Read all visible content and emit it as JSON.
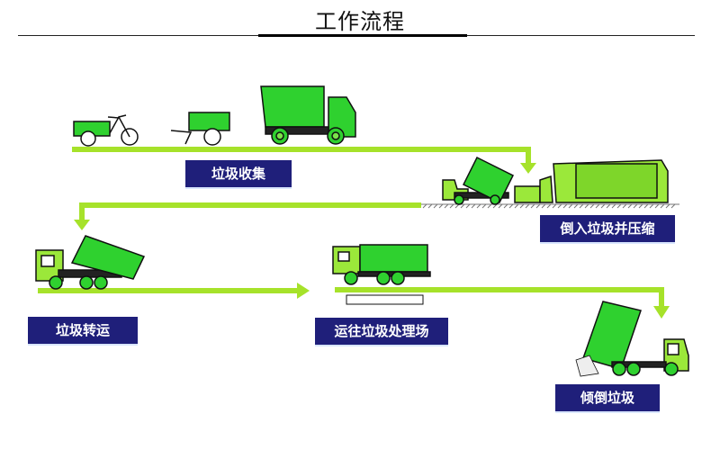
{
  "header": {
    "title": "工作流程"
  },
  "steps": [
    {
      "label": "垃圾收集"
    },
    {
      "label": "倒入垃圾并压缩"
    },
    {
      "label": "垃圾转运"
    },
    {
      "label": "运往垃圾处理场"
    },
    {
      "label": "倾倒垃圾"
    }
  ],
  "colors": {
    "flow_line": "#a6e22a",
    "vehicle_green": "#2fd12f",
    "vehicle_lime": "#9be83a",
    "label_bg": "#1f1f7a",
    "label_text": "#ffffff"
  }
}
